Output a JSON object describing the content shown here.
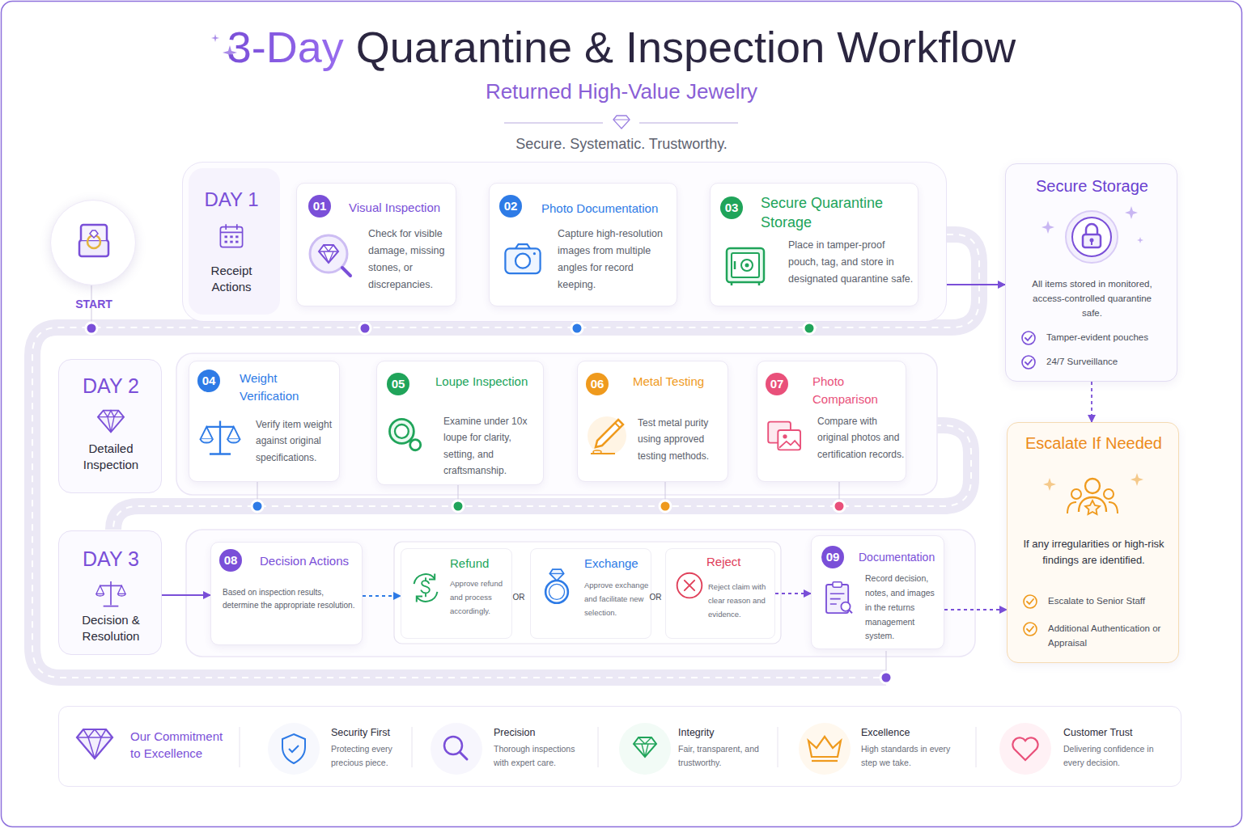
{
  "diagram": {
    "title": "3-Day Quarantine & Inspection Workflow",
    "caption": "Returned High-Value Jewelry",
    "nodes": [
      {
        "text": [
          "START"
        ]
      },
      {
        "text": [
          "DAY 1",
          "Receipt Actions"
        ]
      },
      {
        "text": [
          "01",
          "Visual Inspection",
          "Check for visible damage, missing stones, or discrepancies."
        ],
        "in": 1
      },
      {
        "text": [
          "02",
          "Photo Documentation",
          "Capture high-resolution images from multiple angles for record keeping."
        ],
        "in": 1
      },
      {
        "text": [
          "03",
          "Secure Quarantine Storage",
          "Place in tamper-proof pouch, tag, and store in designated quarantine safe."
        ],
        "in": 1
      },
      {
        "text": [
          "DAY 2",
          "Detailed Inspection"
        ]
      },
      {
        "text": [
          "04",
          "Weight Verification",
          "Verify item weight against original specifications."
        ]
      },
      {
        "text": [
          "05",
          "Loupe Inspection",
          "Examine under 10x loupe for clarity, setting, and craftsmanship."
        ]
      },
      {
        "text": [
          "06",
          "Metal Testing",
          "Test metal purity using approved testing methods."
        ]
      },
      {
        "text": [
          "07",
          "Photo Comparison",
          "Compare with original photos and certification records."
        ]
      },
      {
        "text": [
          "DAY 3",
          "Decision & Resolution"
        ]
      },
      {
        "text": [
          "08",
          "Decision Actions",
          "Based on inspection results, determine the appropriate resolution."
        ]
      },
      {
        "text": [
          "Refund",
          "Approve refund and process accordingly."
        ]
      },
      {
        "text": [
          "Exchange",
          "Approve exchange and facilitate new selection."
        ]
      },
      {
        "text": [
          "Reject",
          "Reject claim with clear reason and evidence."
        ]
      },
      {
        "text": [
          "09",
          "Documentation",
          "Record decision, notes, and images in the returns management system."
        ]
      },
      {
        "text": [
          "Secure Storage",
          "All items stored in monitored, access-controlled quarantine safe.",
          "Tamper-evident pouches",
          "24/7 Surveillance"
        ]
      },
      {
        "text": [
          "Escalate If Needed",
          "If any irregularities or high-risk findings are identified.",
          "Escalate to Senior Staff",
          "Additional Authentication or Appraisal"
        ]
      },
      {
        "text": [
          "Our Commitment to Excellence"
        ]
      }
    ],
    "edges": [
      {
        "from": 1,
        "to": 16,
        "arrow": "to"
      },
      {
        "from": 16,
        "to": 17,
        "arrow": "to"
      },
      {
        "from": 10,
        "to": 11,
        "arrow": "to"
      },
      {
        "from": 11,
        "to": 12,
        "arrow": "to"
      },
      {
        "from": 14,
        "to": 15,
        "arrow": "to"
      },
      {
        "from": 15,
        "to": 17,
        "arrow": "to"
      }
    ],
    "labels": [
      "Secure. Systematic. Trustworthy.",
      "OR",
      "OR",
      "Security First",
      "Protecting every precious piece.",
      "Precision",
      "Thorough inspections with expert care.",
      "Integrity",
      "Fair, transparent, and trustworthy.",
      "Excellence",
      "High standards in every step we take.",
      "Customer Trust",
      "Delivering confidence in every decision."
    ]
  }
}
